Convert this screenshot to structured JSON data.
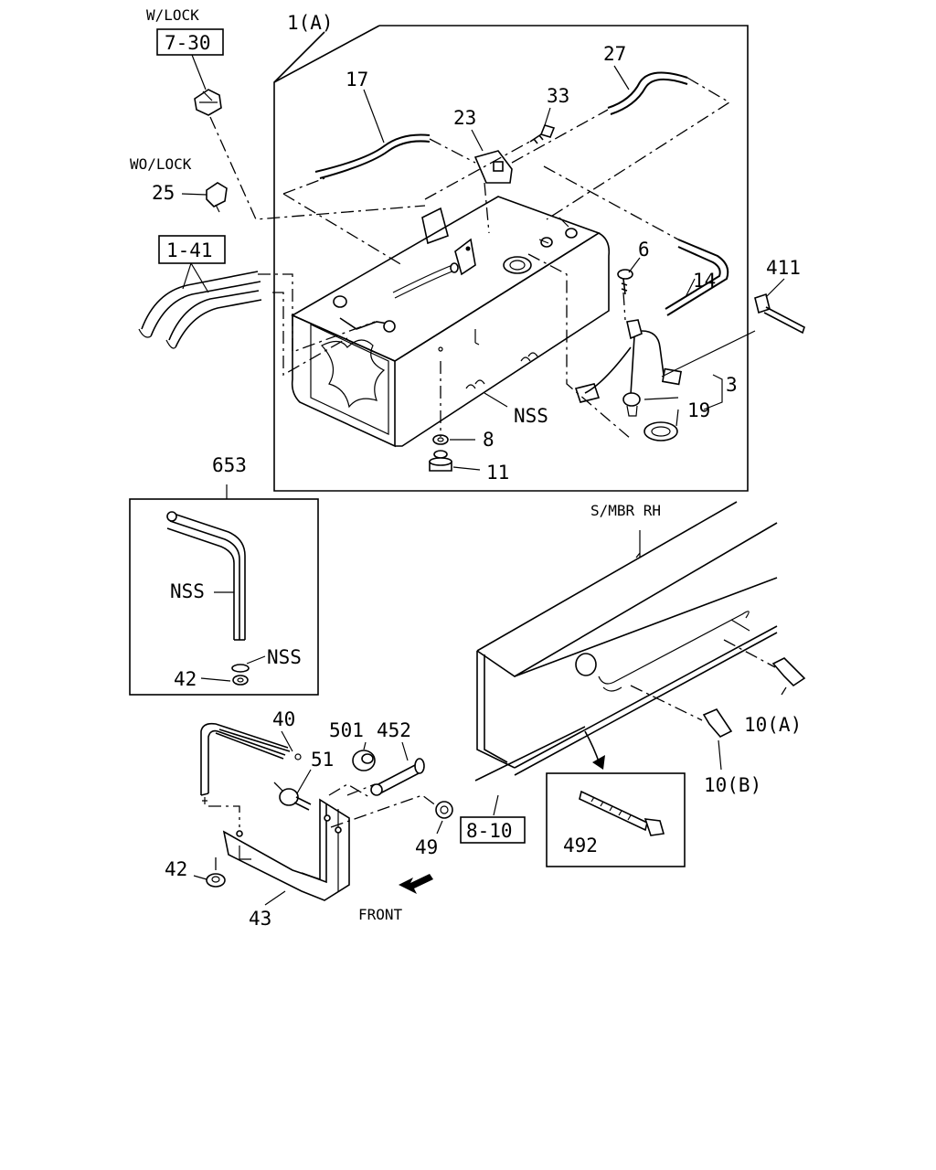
{
  "labels": {
    "w_lock": "W/LOCK",
    "ref_7_30": "7-30",
    "wo_lock": "WO/LOCK",
    "p25": "25",
    "ref_1_41": "1-41",
    "p1a": "1(A)",
    "p17": "17",
    "p27": "27",
    "p23": "23",
    "p33": "33",
    "p6": "6",
    "p14": "14",
    "p411": "411",
    "p3": "3",
    "p19": "19",
    "nss_tank": "NSS",
    "p8": "8",
    "p11": "11",
    "p653": "653",
    "nss_box1": "NSS",
    "nss_box2": "NSS",
    "p42_box": "42",
    "s_mbr_rh": "S/MBR RH",
    "p10a": "10(A)",
    "p10b": "10(B)",
    "p40": "40",
    "p501": "501",
    "p452": "452",
    "p51": "51",
    "p49": "49",
    "ref_8_10": "8-10",
    "p492": "492",
    "p42": "42",
    "p43": "43",
    "front": "FRONT"
  }
}
